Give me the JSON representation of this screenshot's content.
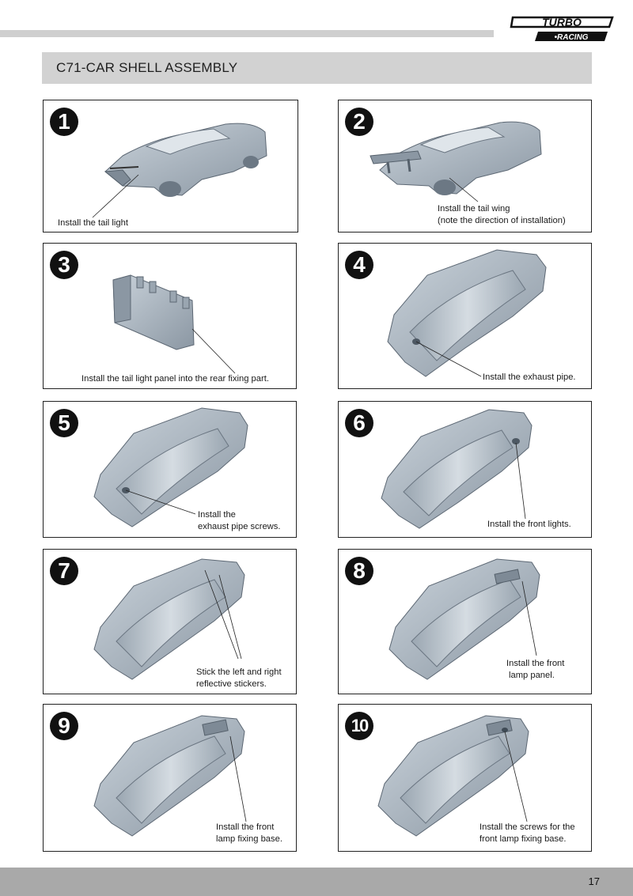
{
  "brand": {
    "line1": "TURBO",
    "line2": "•RACING"
  },
  "section": {
    "title": "C71-CAR SHELL ASSEMBLY"
  },
  "steps": [
    {
      "number": "1",
      "caption_lines": [
        "Install the tail light"
      ]
    },
    {
      "number": "2",
      "caption_lines": [
        "Install the tail wing",
        "(note the direction of installation)"
      ]
    },
    {
      "number": "3",
      "caption_lines": [
        "Install the tail light panel into the rear fixing part."
      ]
    },
    {
      "number": "4",
      "caption_lines": [
        "Install the exhaust pipe."
      ]
    },
    {
      "number": "5",
      "caption_lines": [
        "Install the",
        "exhaust pipe screws."
      ]
    },
    {
      "number": "6",
      "caption_lines": [
        "Install the front lights."
      ]
    },
    {
      "number": "7",
      "caption_lines": [
        "Stick the left and right",
        "reflective stickers."
      ]
    },
    {
      "number": "8",
      "caption_lines": [
        "Install the front",
        "lamp panel."
      ]
    },
    {
      "number": "9",
      "caption_lines": [
        "Install the front",
        "lamp fixing base."
      ]
    },
    {
      "number": "10",
      "caption_lines": [
        "Install the screws for the",
        "front lamp fixing base."
      ]
    }
  ],
  "footer": {
    "page_number": "17"
  },
  "colors": {
    "part_fill": "#a9b4bf",
    "part_shade": "#8b97a3",
    "part_light": "#c9d2da",
    "bar_gray": "#d2d2d2",
    "footer_gray": "#a9a9a9"
  }
}
